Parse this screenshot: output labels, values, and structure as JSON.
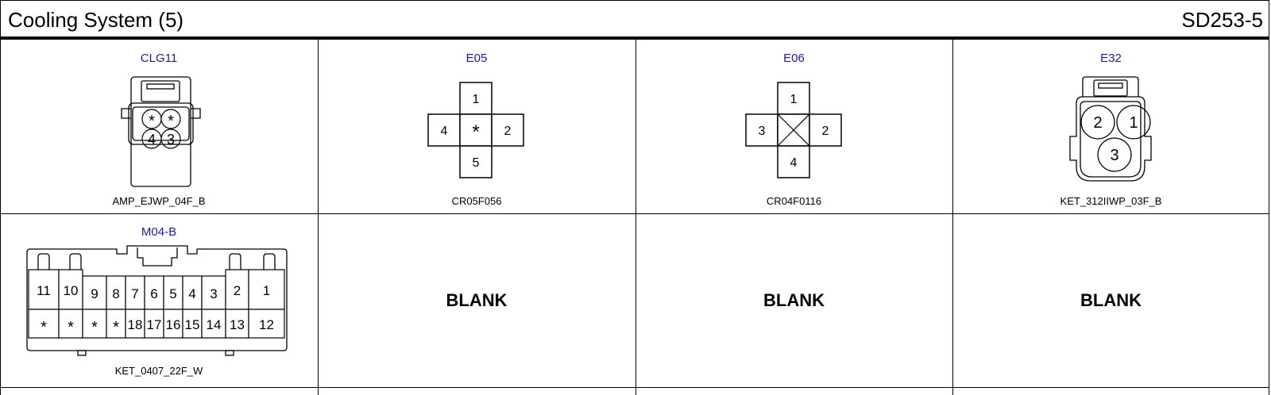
{
  "header": {
    "title": "Cooling System (5)",
    "code": "SD253-5"
  },
  "connectors": [
    {
      "id": "CLG11",
      "part": "AMP_EJWP_04F_B",
      "pins": [
        "*",
        "*",
        "4",
        "3"
      ]
    },
    {
      "id": "E05",
      "part": "CR05F056",
      "pins": [
        "1",
        "4",
        "*",
        "2",
        "5"
      ]
    },
    {
      "id": "E06",
      "part": "CR04F0116",
      "pins": [
        "1",
        "3",
        "2",
        "4"
      ]
    },
    {
      "id": "E32",
      "part": "KET_312IIWP_03F_B",
      "pins": [
        "2",
        "1",
        "3"
      ]
    },
    {
      "id": "M04-B",
      "part": "KET_0407_22F_W",
      "top_pins": [
        "11",
        "10",
        "9",
        "8",
        "7",
        "6",
        "5",
        "4",
        "3",
        "2",
        "1"
      ],
      "bottom_pins": [
        "*",
        "*",
        "*",
        "*",
        "18",
        "17",
        "16",
        "15",
        "14",
        "13",
        "12"
      ]
    }
  ],
  "blanks": [
    "BLANK",
    "BLANK",
    "BLANK"
  ]
}
